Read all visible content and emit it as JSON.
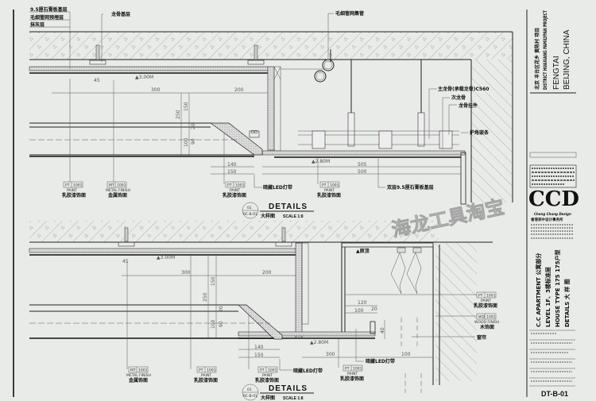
{
  "drawing_top": {
    "layers": [
      "9.5厘石膏板基层",
      "毛细管网预埋层",
      "抹灰层"
    ],
    "keel_base": "龙骨基层",
    "capillary_header": "毛细管网集管",
    "main_keel": "主龙骨(承载龙骨)C560",
    "secondary_keel": "次龙骨",
    "keel_hanger": "龙骨挂件",
    "corner_strip": "护角嵌条",
    "led_strip": "暗藏LED灯带",
    "double_board": "双层9.5厘石膏板基层",
    "level_left": "3.00M",
    "level_right": "2.80M",
    "dims": {
      "d300": "300",
      "d200": "200",
      "d150v": "150",
      "d250": "250",
      "d100": "100",
      "d90": "90",
      "d20": "20",
      "d45": "45",
      "d140": "140",
      "d150": "150",
      "d505": "505",
      "d500": "500"
    },
    "tags": [
      {
        "code": "PT",
        "num": "1001",
        "en": "PAINT",
        "cn": "乳胶漆饰面"
      },
      {
        "code": "MT",
        "num": "1001",
        "en": "METAL FINISH",
        "cn": "金属饰面"
      },
      {
        "code": "PT",
        "num": "1001",
        "en": "PAINT",
        "cn": "乳胶漆饰面"
      },
      {
        "code": "PT",
        "num": "1001",
        "en": "PAINT",
        "cn": "乳胶漆饰面"
      }
    ],
    "title": {
      "num": "01",
      "ref": "RC-B-01",
      "en": "DETAILS",
      "cn": "大样图",
      "scale": "SCALE 1:8"
    }
  },
  "drawing_bottom": {
    "original_ceiling": "原顶",
    "level": "2.80M",
    "led_strip_left": "暗藏LED灯带",
    "led_strip": "暗藏LED灯带",
    "curtain": "窗帘",
    "dims": {
      "d300": "300",
      "d200": "200",
      "d150v": "150",
      "d250": "250",
      "d100": "100",
      "d90": "90",
      "d20": "20",
      "d45": "45",
      "d140": "140",
      "d150": "150",
      "d120": "120",
      "d100b": "100",
      "d20b": "20",
      "d40": "40",
      "d300b": "300",
      "d100c": "100"
    },
    "tags": [
      {
        "code": "MT",
        "num": "1001",
        "en": "METAL FINISH",
        "cn": "金属饰面"
      },
      {
        "code": "PT",
        "num": "1001",
        "en": "PAINT",
        "cn": "乳胶漆饰面"
      },
      {
        "code": "PT",
        "num": "1001",
        "en": "PAINT",
        "cn": "乳胶漆饰面"
      },
      {
        "code": "PT",
        "num": "1001",
        "en": "PAINT",
        "cn": "乳胶漆饰面"
      },
      {
        "code": "WD",
        "num": "1001",
        "en": "WOOD FINISH",
        "cn": "木饰面"
      },
      {
        "code": "PT",
        "num": "1001",
        "en": "PAINT",
        "cn": "乳胶漆饰面"
      }
    ],
    "title": {
      "num": "01",
      "ref": "RC-B-01",
      "en": "DETAILS",
      "cn": "大样图",
      "scale": "SCALE 1:8"
    }
  },
  "title_block": {
    "project_cn": "北京 丰台区花乡 黄陈村 项目",
    "project_en": "DISTRICT HUAXIANG FAMILYFAN PROJECT",
    "city": "FENGTAI",
    "country": "BEIJING, CHINA",
    "logo": "CCD",
    "logo_sub": "Cheng Chung Design",
    "logo_cn": "香港郑中设计事务所",
    "apartment": "C.C APARTMENT  公寓部分",
    "level": "LEVEL  1F、3楼标准层",
    "house_type": "HOUSE TYPE 175   175户型",
    "details": "DETAILS  大 样 图",
    "drawing_no": "DT-B-01"
  },
  "watermark": "海龙工具淘宝"
}
